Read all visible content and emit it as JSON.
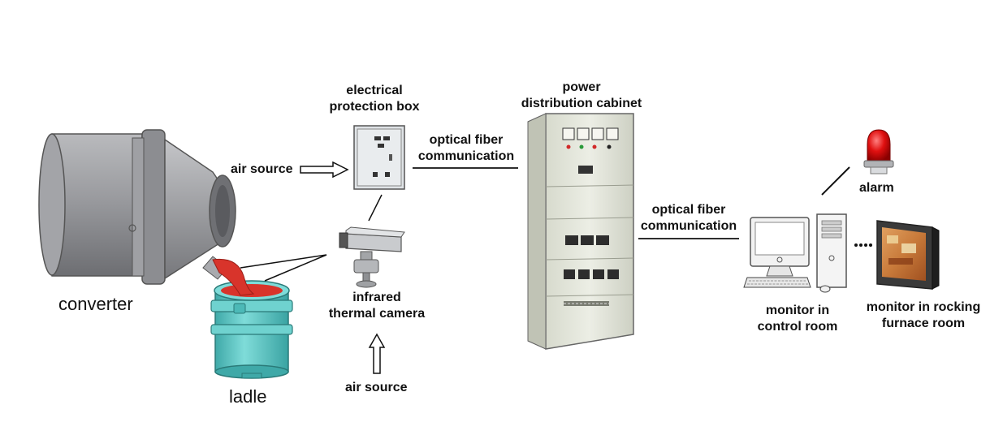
{
  "labels": {
    "converter": "converter",
    "ladle": "ladle",
    "air_source_left": "air source",
    "air_source_bottom": "air source",
    "protection_box": [
      "electrical",
      "protection box"
    ],
    "camera": [
      "infrared",
      "thermal camera"
    ],
    "optical_1": [
      "optical fiber",
      "communication"
    ],
    "cabinet": [
      "power",
      "distribution cabinet"
    ],
    "optical_2": [
      "optical fiber",
      "communication"
    ],
    "alarm": "alarm",
    "monitor_control": [
      "monitor in",
      "control room"
    ],
    "monitor_furnace": [
      "monitor in rocking",
      "furnace room"
    ]
  },
  "colors": {
    "converter_body": "#8f9094",
    "ladle": "#5cc6c4",
    "molten_steel": "#d8342b",
    "cabinet": "#e3e6da",
    "alarm": "#e01010",
    "screen": "#c8743a"
  }
}
